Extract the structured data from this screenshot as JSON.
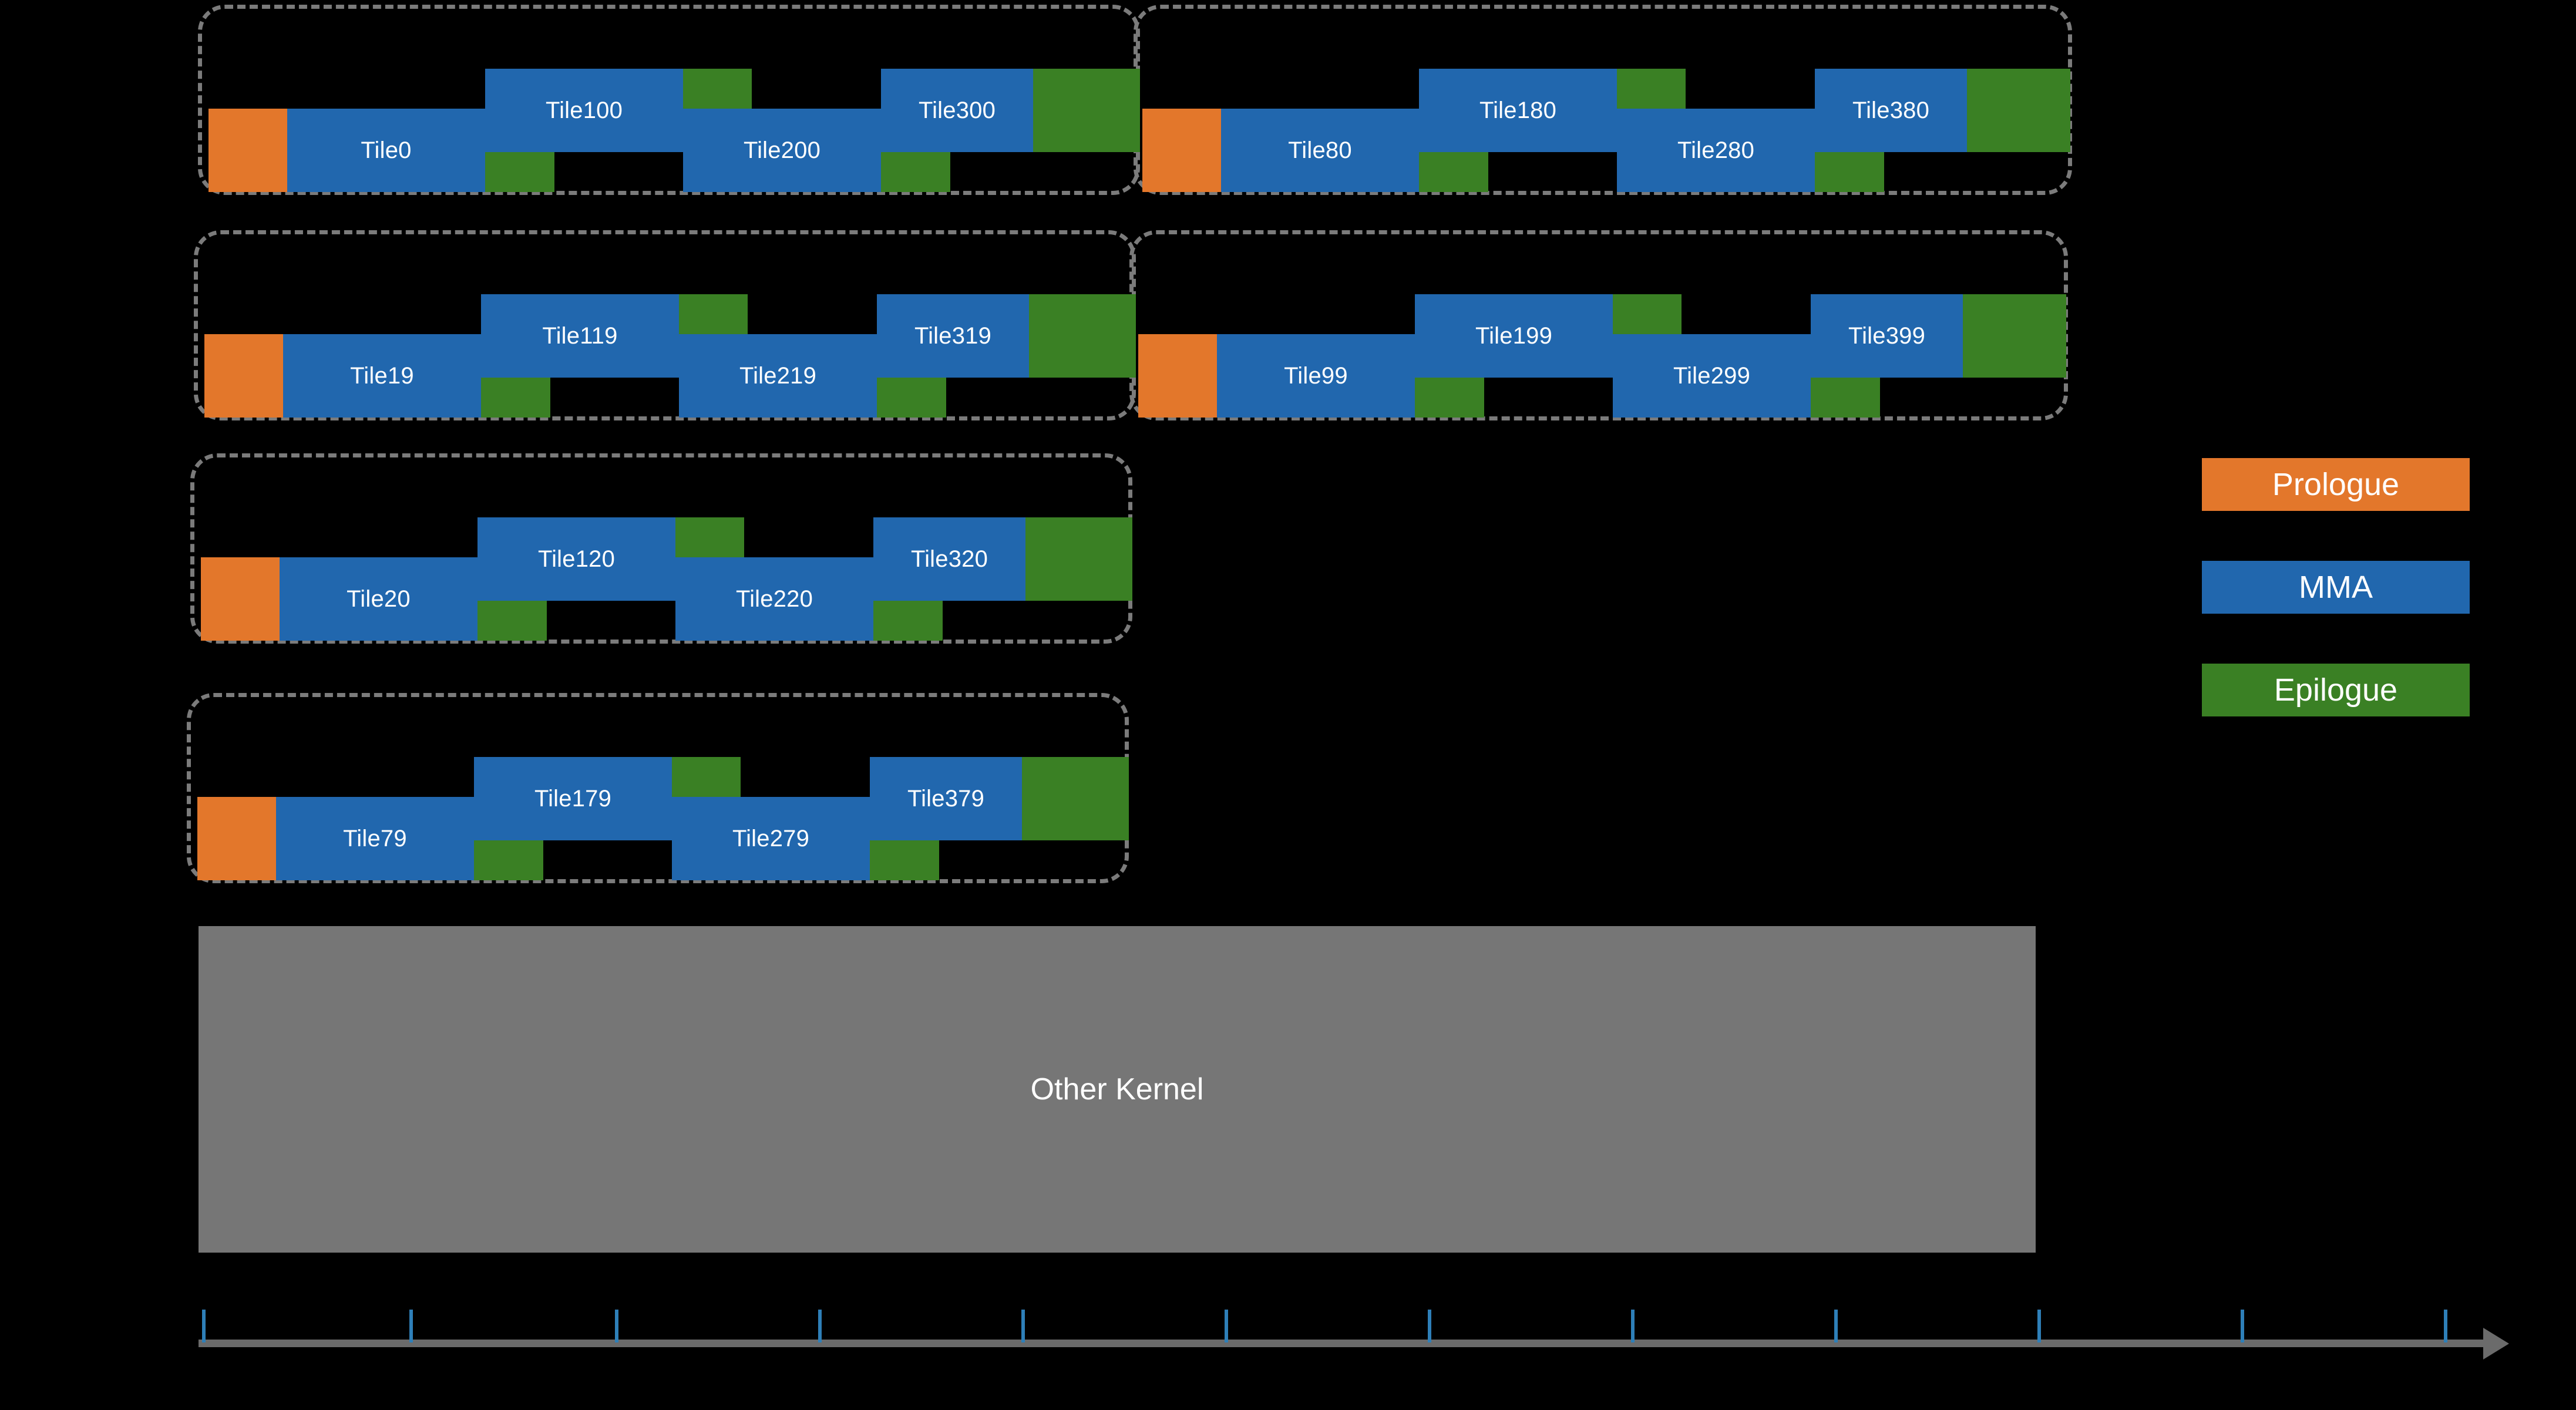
{
  "diagram": {
    "title_text": "",
    "background_color": "#000000",
    "colors": {
      "prologue": "#E3772B",
      "mma": "#2167AE",
      "epilogue": "#3A8024",
      "other_kernel": "#767676",
      "dashed_border": "#7b7b7b",
      "axis": "#6b6b6b",
      "tick": "#2E7FB8",
      "text": "#FFFFFF"
    }
  },
  "legend": {
    "items": [
      {
        "label": "Prologue",
        "color": "#E3772B"
      },
      {
        "label": "MMA",
        "color": "#2167AE"
      },
      {
        "label": "Epilogue",
        "color": "#3A8024"
      }
    ]
  },
  "other_kernel": {
    "label": "Other Kernel"
  },
  "rows": [
    {
      "groups": [
        {
          "tiles": [
            "Tile0",
            "Tile100",
            "Tile200",
            "Tile300"
          ]
        },
        {
          "tiles": [
            "Tile80",
            "Tile180",
            "Tile280",
            "Tile380"
          ]
        }
      ]
    },
    {
      "groups": [
        {
          "tiles": [
            "Tile19",
            "Tile119",
            "Tile219",
            "Tile319"
          ]
        },
        {
          "tiles": [
            "Tile99",
            "Tile199",
            "Tile299",
            "Tile399"
          ]
        }
      ]
    },
    {
      "groups": [
        {
          "tiles": [
            "Tile20",
            "Tile120",
            "Tile220",
            "Tile320"
          ]
        }
      ]
    },
    {
      "groups": [
        {
          "tiles": [
            "Tile79",
            "Tile179",
            "Tile279",
            "Tile379"
          ]
        }
      ]
    }
  ],
  "axis": {
    "tick_count": 12,
    "tick_positions": [
      347,
      700,
      1050,
      1396,
      1742,
      2088,
      2434,
      2780,
      3126,
      3472,
      3818,
      4164
    ],
    "arrow_direction": "right"
  },
  "tiles": {
    "r0g0": [
      "Tile0",
      "Tile100",
      "Tile200",
      "Tile300"
    ],
    "r0g1": [
      "Tile80",
      "Tile180",
      "Tile280",
      "Tile380"
    ],
    "r1g0": [
      "Tile19",
      "Tile119",
      "Tile219",
      "Tile319"
    ],
    "r1g1": [
      "Tile99",
      "Tile199",
      "Tile299",
      "Tile399"
    ],
    "r2g0": [
      "Tile20",
      "Tile120",
      "Tile220",
      "Tile320"
    ],
    "r3g0": [
      "Tile79",
      "Tile179",
      "Tile279",
      "Tile379"
    ]
  }
}
